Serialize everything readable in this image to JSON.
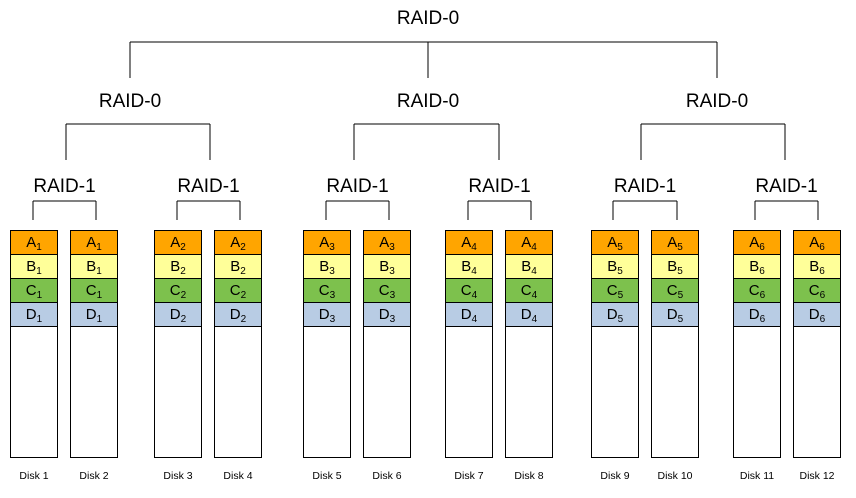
{
  "diagram": {
    "top": {
      "label": "RAID-0"
    },
    "groups": [
      {
        "label": "RAID-0",
        "mirrors": [
          {
            "label": "RAID-1",
            "disks": [
              "Disk 1",
              "Disk 2"
            ],
            "subscript": "1"
          },
          {
            "label": "RAID-1",
            "disks": [
              "Disk 3",
              "Disk 4"
            ],
            "subscript": "2"
          }
        ]
      },
      {
        "label": "RAID-0",
        "mirrors": [
          {
            "label": "RAID-1",
            "disks": [
              "Disk 5",
              "Disk 6"
            ],
            "subscript": "3"
          },
          {
            "label": "RAID-1",
            "disks": [
              "Disk 7",
              "Disk 8"
            ],
            "subscript": "4"
          }
        ]
      },
      {
        "label": "RAID-0",
        "mirrors": [
          {
            "label": "RAID-1",
            "disks": [
              "Disk 9",
              "Disk 10"
            ],
            "subscript": "5"
          },
          {
            "label": "RAID-1",
            "disks": [
              "Disk 11",
              "Disk 12"
            ],
            "subscript": "6"
          }
        ]
      }
    ],
    "blocks": [
      {
        "letter": "A",
        "color": "#FFA500"
      },
      {
        "letter": "B",
        "color": "#FFFF99"
      },
      {
        "letter": "C",
        "color": "#7DC14D"
      },
      {
        "letter": "D",
        "color": "#B8CCE4"
      }
    ]
  }
}
